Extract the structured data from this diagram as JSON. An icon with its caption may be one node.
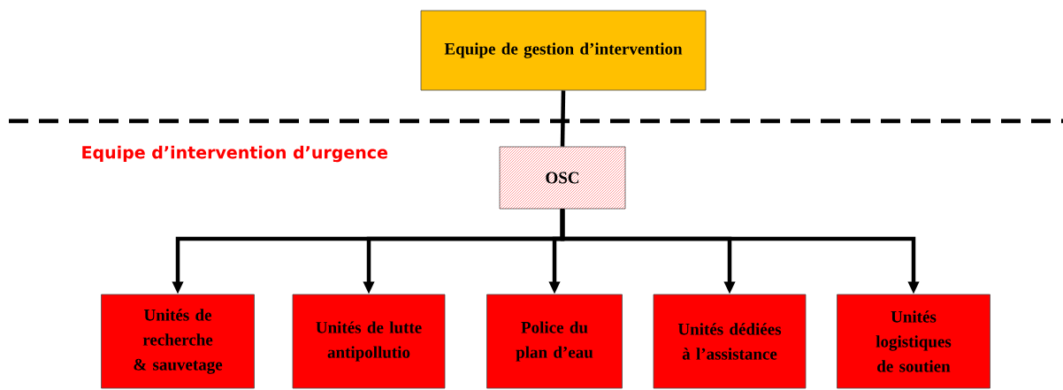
{
  "diagram": {
    "nodes": [
      {
        "text": [
          "Equipe de gestion d’intervention"
        ]
      },
      {
        "text": [
          "OSC"
        ]
      },
      {
        "text": [
          "Unités de recherche & sauvetage"
        ]
      },
      {
        "text": [
          "Unités de lutte antipollutio"
        ]
      },
      {
        "text": [
          "Police du plan d’eau"
        ]
      },
      {
        "text": [
          "Unités dédiées à l’assistance"
        ]
      },
      {
        "text": [
          "Unités logistiques de soutien"
        ]
      }
    ],
    "edges": [
      {
        "from": 0,
        "to": 1,
        "arrow": "none"
      },
      {
        "from": 1,
        "to": 2,
        "arrow": "to"
      },
      {
        "from": 1,
        "to": 3,
        "arrow": "to"
      },
      {
        "from": 1,
        "to": 4,
        "arrow": "to"
      },
      {
        "from": 1,
        "to": 5,
        "arrow": "to"
      },
      {
        "from": 1,
        "to": 6,
        "arrow": "to"
      }
    ],
    "labels": [
      "Equipe d’intervention d’urgence"
    ]
  }
}
